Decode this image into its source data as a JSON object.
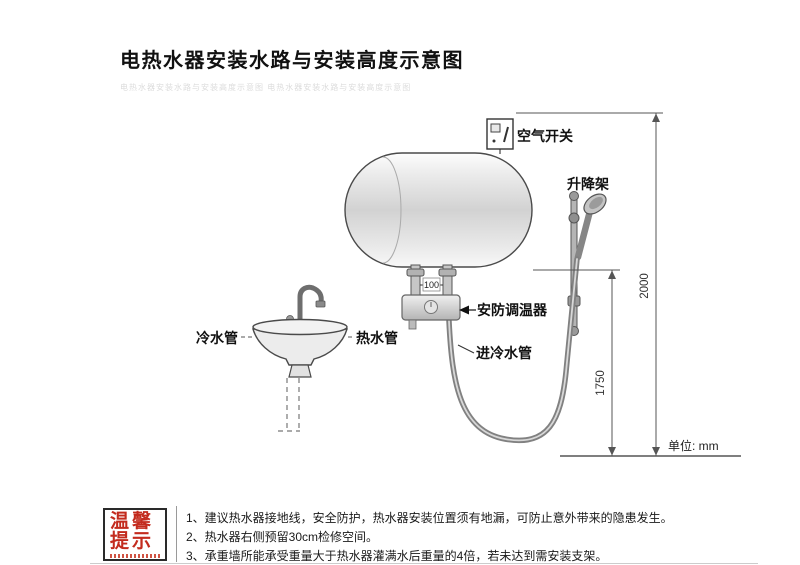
{
  "header": {
    "title": "电热水器安装水路与安装高度示意图",
    "watermark": "电热水器安装水路与安装高度示意图  电热水器安装水路与安装高度示意图"
  },
  "diagram": {
    "labels": {
      "air_switch": "空气开关",
      "lift_rack": "升降架",
      "thermostat": "安防调温器",
      "cold_water_pipe": "冷水管",
      "hot_water_pipe": "热水管",
      "cold_inlet_pipe": "进冷水管",
      "dim_spacing": "100",
      "dim_total_height": "2000",
      "dim_lower_height": "1750",
      "unit": "单位: mm"
    },
    "colors": {
      "outline": "#4a4a4a",
      "stamp_red": "#c32b1e"
    }
  },
  "notes": {
    "stamp": {
      "line1": "温馨",
      "line2": "提示"
    },
    "items": [
      "1、建议热水器接地线，安全防护，热水器安装位置须有地漏，可防止意外带来的隐患发生。",
      "2、热水器右侧预留30cm检修空间。",
      "3、承重墙所能承受重量大于热水器灌满水后重量的4倍，若未达到需安装支架。"
    ]
  }
}
